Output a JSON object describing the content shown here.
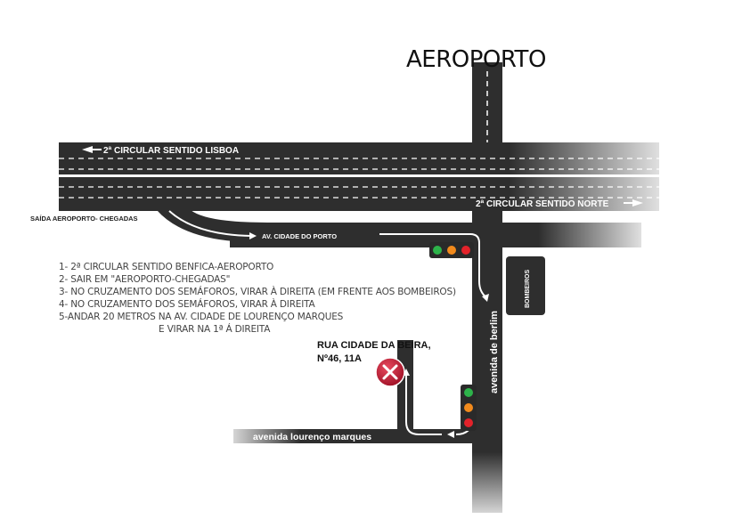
{
  "map": {
    "title": "AEROPORTO",
    "roads": {
      "circular_lisboa": "2ª CIRCULAR SENTIDO LISBOA",
      "circular_norte": "2ª CIRCULAR SENTIDO NORTE",
      "saida": "SAÍDA AEROPORTO- CHEGADAS",
      "cidade_porto": "AV. CIDADE DO PORTO",
      "berlim": "avenida de berlim",
      "lourenco": "avenida lourenço marques"
    },
    "landmark": "BOMBEIROS",
    "destination": {
      "line1": "RUA CIDADE DA BEIRA,",
      "line2": "Nº46, 11A"
    },
    "instructions": [
      "1- 2ª CIRCULAR SENTIDO BENFICA-AEROPORTO",
      "2- SAIR EM \"AEROPORTO-CHEGADAS\"",
      "3- NO CRUZAMENTO DOS SEMÁFOROS, VIRAR À DIREITA (EM FRENTE AOS BOMBEIROS)",
      "4- NO CRUZAMENTO DOS SEMÁFOROS, VIRAR À DIREITA",
      "5-ANDAR 20 METROS NA AV. CIDADE DE LOURENÇO MARQUES",
      "E VIRAR NA 1ª Á DIREITA"
    ],
    "colors": {
      "road": "#2e2e2e",
      "lane_marking": "#ffffff",
      "signal_green": "#2db34a",
      "signal_orange": "#f28a1c",
      "signal_red": "#e3222a",
      "destination_marker": "#c4122f"
    },
    "icons": [
      "traffic-light-icon",
      "destination-x-icon",
      "direction-arrow-icon"
    ]
  }
}
